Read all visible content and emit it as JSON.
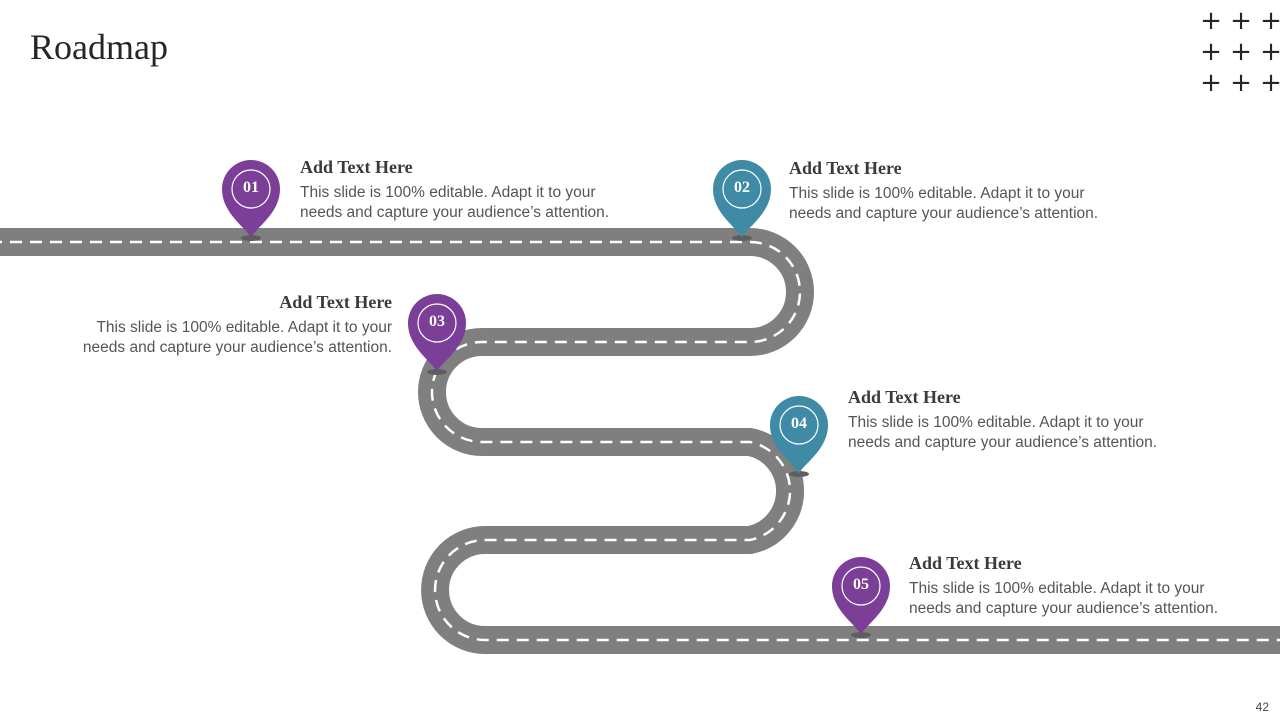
{
  "slide": {
    "title": "Roadmap",
    "page_number": "42",
    "decor_glyph": "+"
  },
  "colors": {
    "road": "#7f7f7f",
    "lane_marking": "#ffffff",
    "purple": "#7b3f98",
    "teal": "#3f8ba6",
    "text_heading": "#3a3a3a",
    "text_body": "#555555"
  },
  "milestones": [
    {
      "number": "01",
      "heading": "Add Text Here",
      "body": "This slide is 100% editable. Adapt it to your needs and capture your audience’s attention.",
      "color": "#7b3f98"
    },
    {
      "number": "02",
      "heading": "Add Text Here",
      "body": "This slide is 100% editable. Adapt it to your needs and capture your audience’s attention.",
      "color": "#3f8ba6"
    },
    {
      "number": "03",
      "heading": "Add Text Here",
      "body": "This slide is 100% editable. Adapt it to your needs and capture your audience’s attention.",
      "color": "#7b3f98"
    },
    {
      "number": "04",
      "heading": "Add Text Here",
      "body": "This slide is 100% editable. Adapt it to your needs and capture your audience’s attention.",
      "color": "#3f8ba6"
    },
    {
      "number": "05",
      "heading": "Add Text Here",
      "body": "This slide is 100% editable. Adapt it to your needs and capture your audience’s attention.",
      "color": "#7b3f98"
    }
  ]
}
